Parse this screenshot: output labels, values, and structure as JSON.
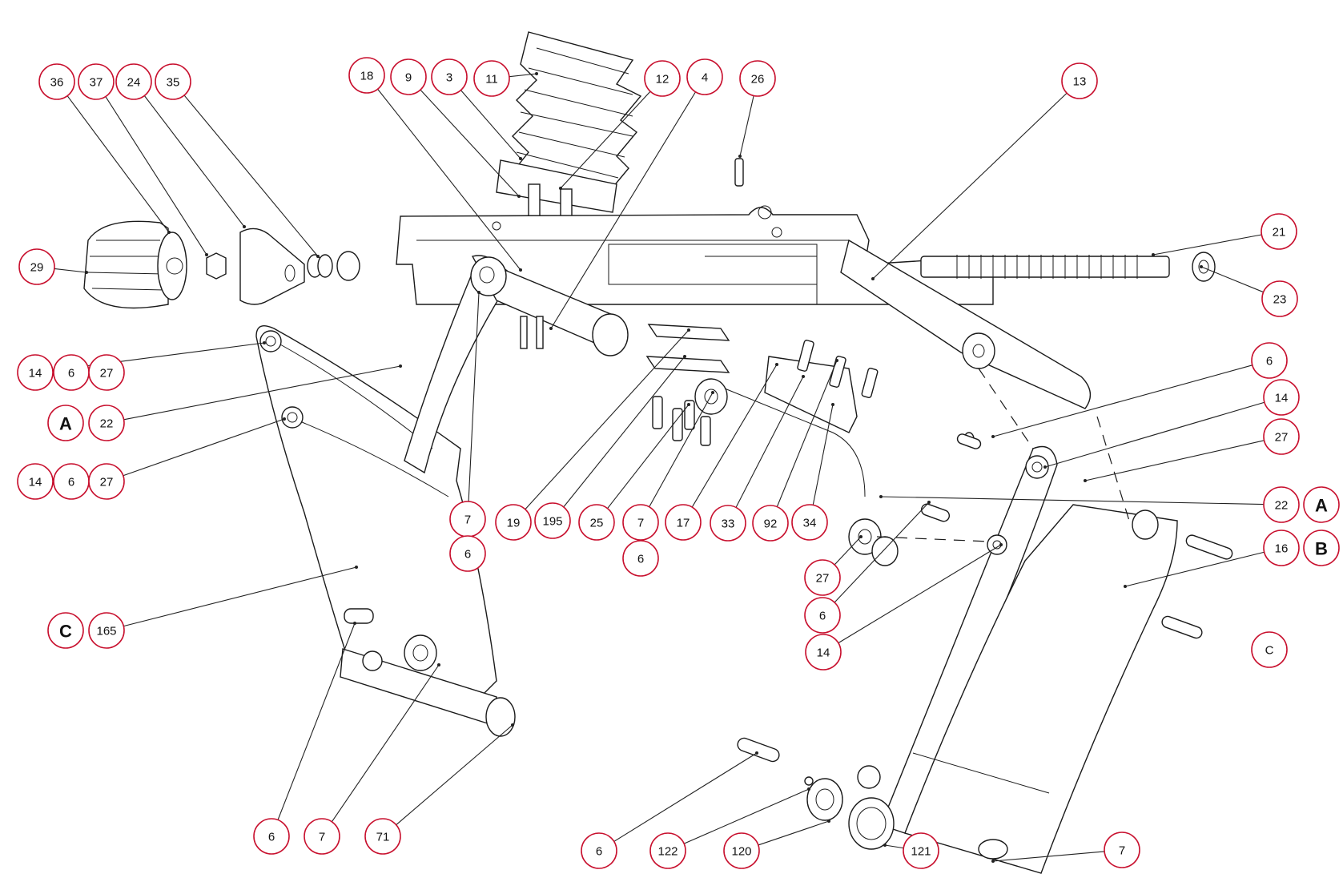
{
  "accent_color": "#c8102e",
  "callouts": [
    {
      "id": "c36",
      "label": "36"
    },
    {
      "id": "c37",
      "label": "37"
    },
    {
      "id": "c24",
      "label": "24"
    },
    {
      "id": "c35",
      "label": "35"
    },
    {
      "id": "c29",
      "label": "29"
    },
    {
      "id": "c18",
      "label": "18"
    },
    {
      "id": "c9",
      "label": "9"
    },
    {
      "id": "c3",
      "label": "3"
    },
    {
      "id": "c11",
      "label": "11"
    },
    {
      "id": "c12",
      "label": "12"
    },
    {
      "id": "c4",
      "label": "4"
    },
    {
      "id": "c26",
      "label": "26"
    },
    {
      "id": "c13",
      "label": "13"
    },
    {
      "id": "c21",
      "label": "21"
    },
    {
      "id": "c23",
      "label": "23"
    },
    {
      "id": "c14a",
      "label": "14"
    },
    {
      "id": "c6a",
      "label": "6"
    },
    {
      "id": "c27a",
      "label": "27"
    },
    {
      "id": "cA1",
      "label": "A",
      "bold": true
    },
    {
      "id": "c22a",
      "label": "22"
    },
    {
      "id": "c14b",
      "label": "14"
    },
    {
      "id": "c6b",
      "label": "6"
    },
    {
      "id": "c27b",
      "label": "27"
    },
    {
      "id": "c7a",
      "label": "7"
    },
    {
      "id": "c6c",
      "label": "6"
    },
    {
      "id": "c19",
      "label": "19"
    },
    {
      "id": "c195",
      "label": "195"
    },
    {
      "id": "c25",
      "label": "25"
    },
    {
      "id": "c7b",
      "label": "7"
    },
    {
      "id": "c6d",
      "label": "6"
    },
    {
      "id": "c17",
      "label": "17"
    },
    {
      "id": "c33",
      "label": "33"
    },
    {
      "id": "c92",
      "label": "92"
    },
    {
      "id": "c34",
      "label": "34"
    },
    {
      "id": "c6e",
      "label": "6"
    },
    {
      "id": "c14c",
      "label": "14"
    },
    {
      "id": "c27c",
      "label": "27"
    },
    {
      "id": "c22b",
      "label": "22"
    },
    {
      "id": "cA2",
      "label": "A",
      "bold": true
    },
    {
      "id": "c16",
      "label": "16"
    },
    {
      "id": "cB",
      "label": "B",
      "bold": true
    },
    {
      "id": "c27d",
      "label": "27"
    },
    {
      "id": "c6f",
      "label": "6"
    },
    {
      "id": "c14d",
      "label": "14"
    },
    {
      "id": "cC1",
      "label": "C",
      "bold": true
    },
    {
      "id": "c165",
      "label": "165"
    },
    {
      "id": "cC2",
      "label": "C"
    },
    {
      "id": "c6g",
      "label": "6"
    },
    {
      "id": "c7c",
      "label": "7"
    },
    {
      "id": "c71",
      "label": "71"
    },
    {
      "id": "c6h",
      "label": "6"
    },
    {
      "id": "c122",
      "label": "122"
    },
    {
      "id": "c120",
      "label": "120"
    },
    {
      "id": "c121",
      "label": "121"
    },
    {
      "id": "c7d",
      "label": "7"
    }
  ]
}
